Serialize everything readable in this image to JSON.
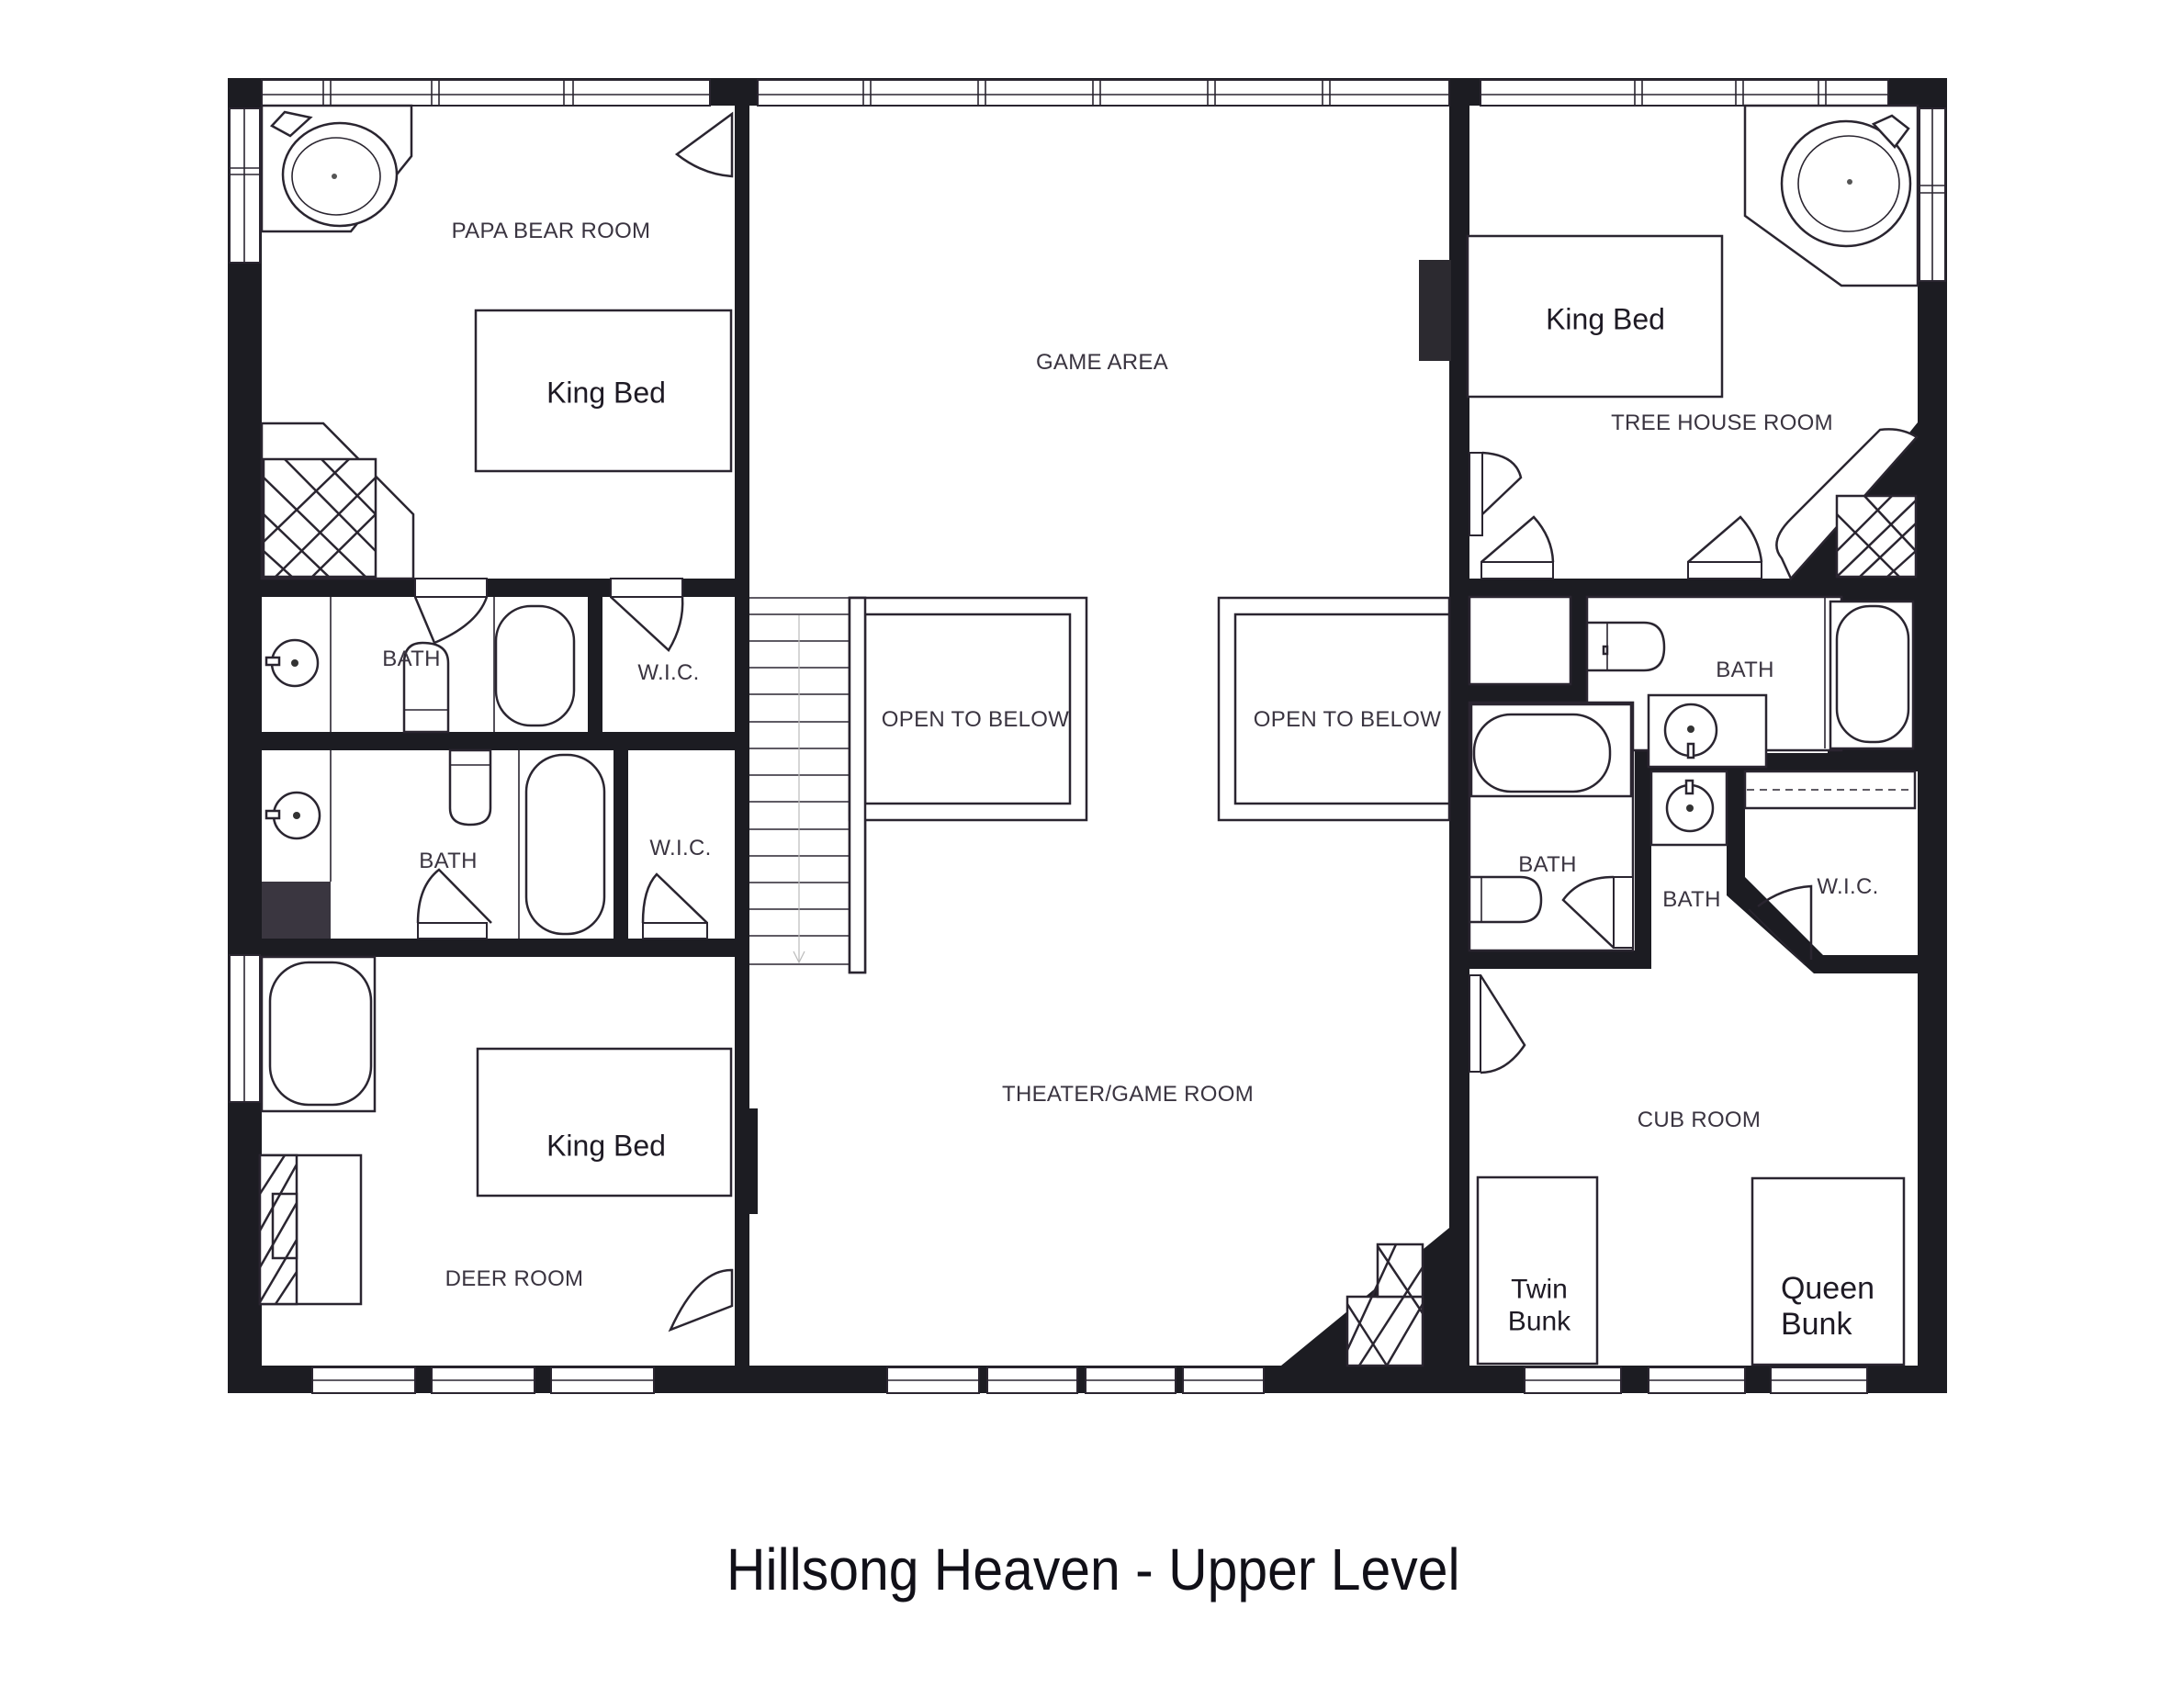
{
  "title": "Hillsong Heaven - Upper Level",
  "colors": {
    "wall": "#1c1c22",
    "line": "#2a2530",
    "background": "#ffffff",
    "text": "#3a3440"
  },
  "rooms": {
    "papa_bear": {
      "label": "PAPA BEAR ROOM",
      "bed": "King Bed"
    },
    "deer": {
      "label": "DEER ROOM",
      "bed": "King Bed"
    },
    "tree_house": {
      "label": "TREE HOUSE ROOM",
      "bed": "King Bed"
    },
    "cub": {
      "label": "CUB ROOM",
      "bed_1": {
        "line1": "Twin",
        "line2": "Bunk"
      },
      "bed_2": {
        "line1": "Queen",
        "line2": "Bunk"
      }
    },
    "game_area": {
      "label": "GAME AREA"
    },
    "theater": {
      "label": "THEATER/GAME ROOM"
    },
    "open_left": {
      "label": "OPEN TO BELOW"
    },
    "open_right": {
      "label": "OPEN TO BELOW"
    },
    "bath_papa": {
      "label": "BATH"
    },
    "wic_papa": {
      "label": "W.I.C."
    },
    "bath_deer": {
      "label": "BATH"
    },
    "wic_deer": {
      "label": "W.I.C."
    },
    "bath_tree": {
      "label": "BATH"
    },
    "bath_cub_left": {
      "label": "BATH"
    },
    "bath_cub_center": {
      "label": "BATH"
    },
    "wic_cub": {
      "label": "W.I.C."
    }
  }
}
